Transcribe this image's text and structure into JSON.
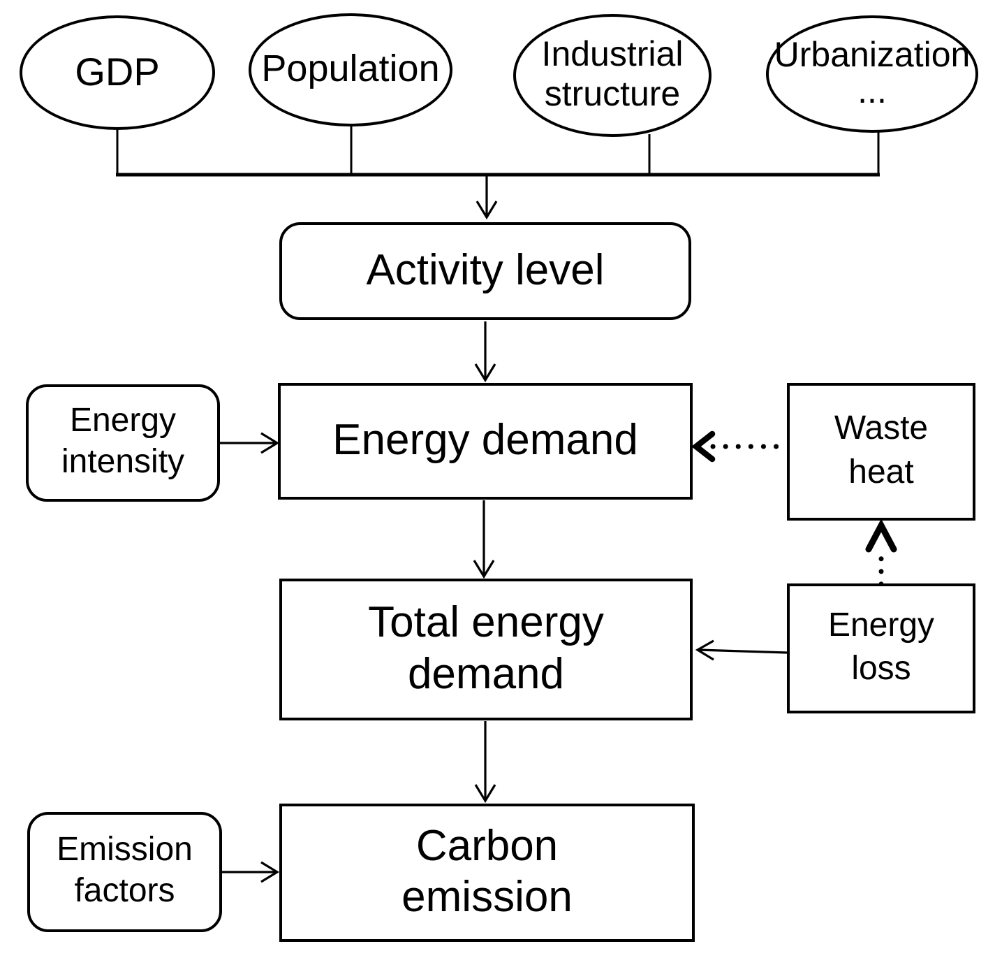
{
  "diagram": {
    "colors": {
      "stroke": "#000000",
      "background": "#ffffff"
    },
    "nodes": {
      "gdp": {
        "label": "GDP",
        "shape": "ellipse"
      },
      "population": {
        "label": "Population",
        "shape": "ellipse"
      },
      "industrial_structure": {
        "label": "Industrial\nstructure",
        "shape": "ellipse"
      },
      "urbanization": {
        "label": "Urbanization\n...",
        "shape": "ellipse"
      },
      "activity_level": {
        "label": "Activity level",
        "shape": "rounded-rect"
      },
      "energy_intensity": {
        "label": "Energy\nintensity",
        "shape": "rounded-rect"
      },
      "energy_demand": {
        "label": "Energy demand",
        "shape": "rect"
      },
      "waste_heat": {
        "label": "Waste\nheat",
        "shape": "rect"
      },
      "total_energy_demand": {
        "label": "Total energy\ndemand",
        "shape": "rect"
      },
      "energy_loss": {
        "label": "Energy\nloss",
        "shape": "rect"
      },
      "carbon_emission": {
        "label": "Carbon\nemission",
        "shape": "rect"
      },
      "emission_factors": {
        "label": "Emission\nfactors",
        "shape": "rounded-rect"
      }
    },
    "edges": [
      {
        "from": "gdp",
        "to": "activity_level",
        "style": "solid"
      },
      {
        "from": "population",
        "to": "activity_level",
        "style": "solid"
      },
      {
        "from": "industrial_structure",
        "to": "activity_level",
        "style": "solid"
      },
      {
        "from": "urbanization",
        "to": "activity_level",
        "style": "solid"
      },
      {
        "from": "activity_level",
        "to": "energy_demand",
        "style": "solid-arrow"
      },
      {
        "from": "energy_intensity",
        "to": "energy_demand",
        "style": "solid-arrow"
      },
      {
        "from": "waste_heat",
        "to": "energy_demand",
        "style": "dotted-arrow"
      },
      {
        "from": "energy_demand",
        "to": "total_energy_demand",
        "style": "solid-arrow"
      },
      {
        "from": "energy_loss",
        "to": "total_energy_demand",
        "style": "solid-arrow"
      },
      {
        "from": "energy_loss",
        "to": "waste_heat",
        "style": "dotted-arrow"
      },
      {
        "from": "total_energy_demand",
        "to": "carbon_emission",
        "style": "solid-arrow"
      },
      {
        "from": "emission_factors",
        "to": "carbon_emission",
        "style": "solid-arrow"
      }
    ]
  }
}
